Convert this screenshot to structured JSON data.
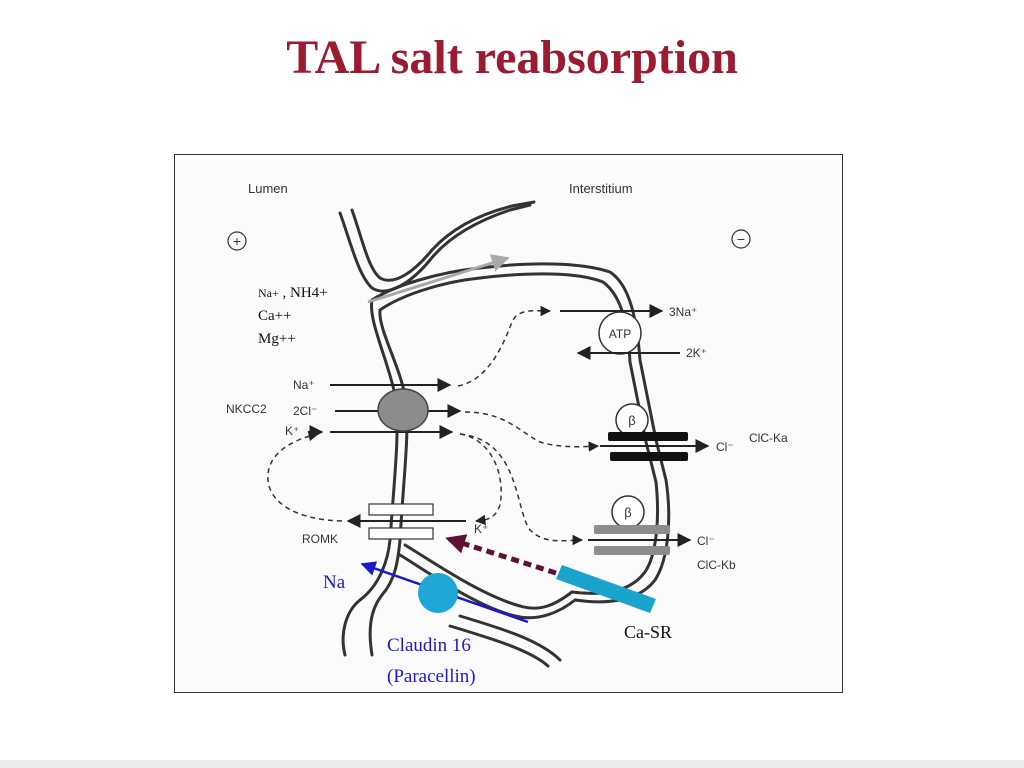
{
  "title": "TAL salt reabsorption",
  "colors": {
    "title": "#9b1b30",
    "paracellular_blue": "#1a1acc",
    "claudin_fill": "#1ea7d6",
    "casr_bar": "#1aa3cc",
    "casr_arrow": "#5c1230",
    "nkcc2_fill": "#8c8c8c",
    "membrane": "#333333",
    "reabsorption_arrow": "#a9a9a9"
  },
  "diagram": {
    "lumen_label": "Lumen",
    "interstitium_label": "Interstitium",
    "lumen_charge": "+",
    "interstitium_charge": "−",
    "cations": {
      "line1_small": "Na+",
      "line1_rest": " , NH4+",
      "line2": "Ca++",
      "line3": "Mg++"
    },
    "nkcc2": {
      "label": "NKCC2",
      "na": "Na⁺",
      "cl": "2Cl⁻",
      "k": "K⁺"
    },
    "atpase": {
      "label": "ATP",
      "out": "3Na⁺",
      "in": "2K⁺"
    },
    "clcka": {
      "beta": "β",
      "ion": "Cl⁻",
      "label": "ClC-Ka"
    },
    "clckb": {
      "beta": "β",
      "ion": "Cl⁻",
      "label": "ClC-Kb"
    },
    "romk": {
      "label": "ROMK",
      "ion": "K⁺"
    },
    "na_paracellular": "Na",
    "claudin_line1": "Claudin 16",
    "claudin_line2": "(Paracellin)",
    "casr_label": "Ca-SR"
  }
}
